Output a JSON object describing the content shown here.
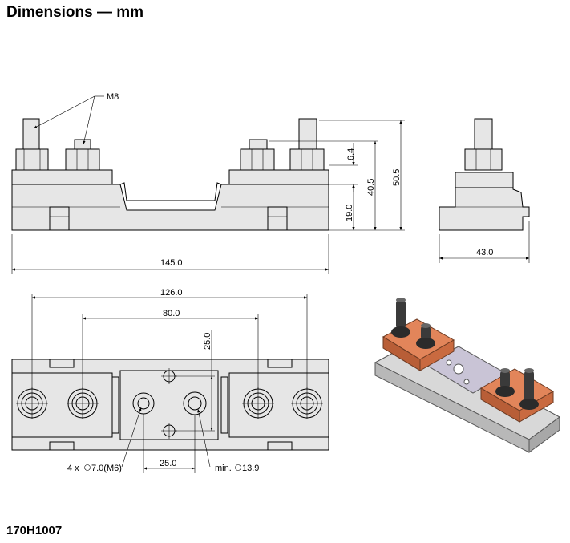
{
  "title": "Dimensions — mm",
  "part_number": "170H1007",
  "callouts": {
    "thread": "M8",
    "holes": "4 x",
    "holes_spec": "7.0(M6)",
    "min_label": "min.",
    "min_spec": "13.9"
  },
  "dimensions": {
    "overall_length": "145.0",
    "depth": "43.0",
    "height_total": "50.5",
    "height_40": "40.5",
    "height_6": "6.4",
    "height_19": "19.0",
    "span_126": "126.0",
    "span_80": "80.0",
    "hole_spacing_25_v": "25.0",
    "hole_spacing_25_h": "25.0"
  }
}
